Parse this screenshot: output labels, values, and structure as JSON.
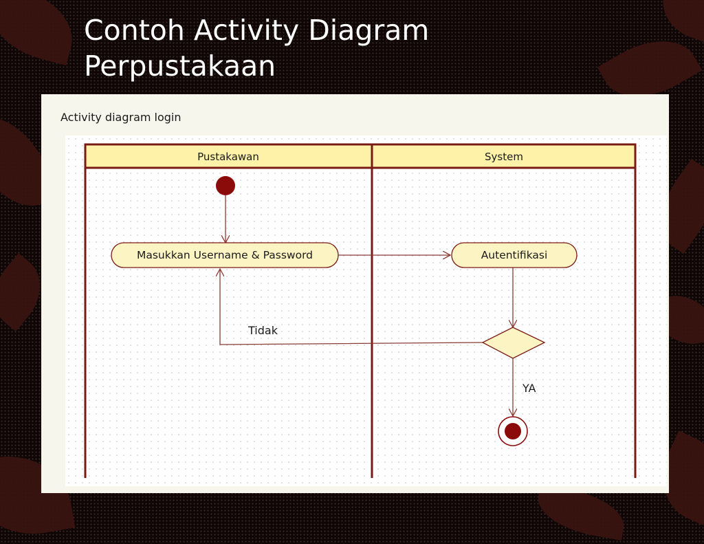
{
  "slide": {
    "title_line1": "Contoh Activity Diagram",
    "title_line2": "Perpustakaan"
  },
  "diagram": {
    "caption": "Activity diagram login",
    "lanes": [
      {
        "label": "Pustakawan"
      },
      {
        "label": "System"
      }
    ],
    "actions": {
      "input": "Masukkan Username & Password",
      "auth": "Autentifikasi"
    },
    "guards": {
      "no": "Tidak",
      "yes": "YA"
    }
  },
  "colors": {
    "background": "#100605",
    "leaf": "#3a1410",
    "lane_border": "#7a1a14",
    "lane_header": "#fdf2a8",
    "action_fill": "#fdf4c4",
    "node_fill": "#8b0a0a",
    "flow_line": "#8a3a34"
  }
}
